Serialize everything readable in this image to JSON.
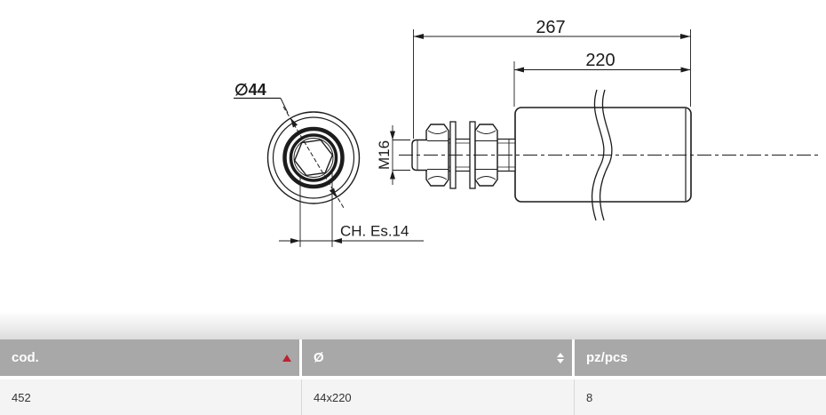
{
  "drawing": {
    "front_view": {
      "diameter_label": "∅44",
      "hex_key_label": "CH. Es.14"
    },
    "side_view": {
      "overall_length_label": "267",
      "body_length_label": "220",
      "thread_label": "M16"
    }
  },
  "table": {
    "columns": [
      {
        "label": "cod.",
        "sort_icon": "sort-ascending-red-triangle"
      },
      {
        "label": "Ø",
        "sort_icon": "sort-both-directions"
      },
      {
        "label": "pz/pcs",
        "sort_icon": "none"
      }
    ],
    "rows": [
      {
        "cod": "452",
        "diameter": "44x220",
        "pieces": "8"
      }
    ]
  },
  "colors": {
    "header_bg": "#a8a8a8",
    "header_text": "#ffffff",
    "row_bg": "#f4f4f4",
    "sort_triangle_red": "#c0202c",
    "drawing_line": "#1c1c1c"
  }
}
